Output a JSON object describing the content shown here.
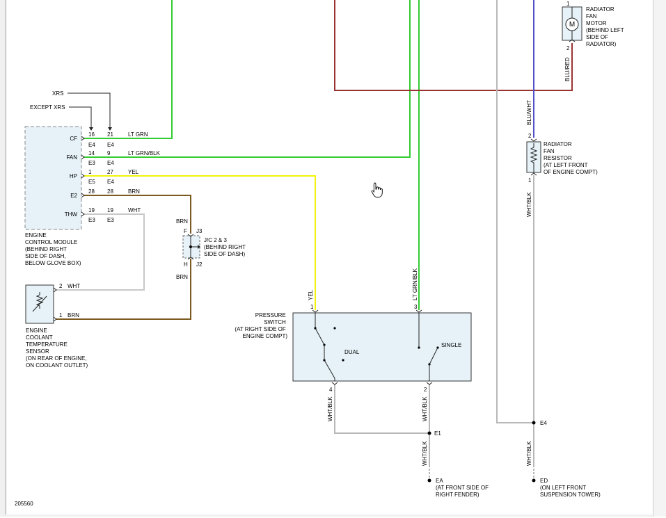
{
  "diagram_id": "205560",
  "colors": {
    "lt_grn": "#33cc33",
    "yel": "#f2f20a",
    "brn": "#7a5a1e",
    "wht": "#c8c8c8",
    "blu_red": "#993333",
    "blu_wht": "#5050c8",
    "wht_blk": "#b8b8b8",
    "module_fill": "#e6f2f8"
  },
  "ecm": {
    "label_lines": [
      "ENGINE",
      "CONTROL MODULE",
      "(BEHIND RIGHT",
      "SIDE OF DASH,",
      "BELOW GLOVE BOX)"
    ],
    "xrs_label": "XRS",
    "except_xrs_label": "EXCEPT XRS",
    "rows": [
      {
        "pin": "CF",
        "left_pin": "16",
        "right_pin": "21",
        "wire": "LT GRN",
        "left_conn": "E4",
        "right_conn": "E4"
      },
      {
        "pin": "FAN",
        "left_pin": "14",
        "right_pin": "9",
        "wire": "LT GRN/BLK",
        "left_conn": "E3",
        "right_conn": "E4"
      },
      {
        "pin": "HP",
        "left_pin": "1",
        "right_pin": "27",
        "wire": "YEL",
        "left_conn": "E5",
        "right_conn": "E4"
      },
      {
        "pin": "E2",
        "left_pin": "28",
        "right_pin": "28",
        "wire": "BRN",
        "left_conn": "",
        "right_conn": ""
      },
      {
        "pin": "THW",
        "left_pin": "19",
        "right_pin": "19",
        "wire": "WHT",
        "left_conn": "E3",
        "right_conn": "E3"
      }
    ]
  },
  "jc": {
    "label_lines": [
      "J/C 2 & 3",
      "(BEHIND RIGHT",
      "SIDE OF DASH)"
    ],
    "top_pin": "F",
    "top_conn": "J3",
    "bottom_pin": "H",
    "bottom_conn": "J2",
    "top_wire": "BRN",
    "bottom_wire": "BRN"
  },
  "sensor": {
    "label_lines": [
      "ENGINE",
      "COOLANT",
      "TEMPERATURE",
      "SENSOR",
      "(ON REAR OF ENGINE,",
      "ON COOLANT OUTLET)"
    ],
    "pin2": "2",
    "pin2_wire": "WHT",
    "pin1": "1",
    "pin1_wire": "BRN"
  },
  "pressure_switch": {
    "label_lines": [
      "PRESSURE",
      "SWITCH",
      "(AT RIGHT SIDE OF",
      "ENGINE COMPT)"
    ],
    "dual_label": "DUAL",
    "single_label": "SINGLE",
    "pin1": "1",
    "pin1_wire": "YEL",
    "pin3": "3",
    "pin3_wire": "LT GRN/BLK",
    "pin4": "4",
    "pin4_wire": "WHT/BLK",
    "pin2": "2",
    "pin2_wire": "WHT/BLK"
  },
  "fan_motor": {
    "label_lines": [
      "RADIATOR",
      "FAN",
      "MOTOR",
      "(BEHIND LEFT",
      "SIDE OF",
      "RADIATOR)"
    ],
    "symbol": "M",
    "pin1": "1",
    "pin2": "2",
    "out_wire": "BLU/RED"
  },
  "fan_resistor": {
    "label_lines": [
      "RADIATOR",
      "FAN",
      "RESISTOR",
      "(AT LEFT FRONT",
      "OF ENGINE COMPT)"
    ],
    "pin2": "2",
    "pin1": "1",
    "in_wire": "BLU/WHT",
    "out_wire": "WHT/BLK"
  },
  "grounds": {
    "e1_label": "E1",
    "e4_label": "E4",
    "ea_label_lines": [
      "EA",
      "(AT FRONT SIDE OF",
      "RIGHT FENDER)"
    ],
    "ed_label_lines": [
      "ED",
      "(ON LEFT FRONT",
      "SUSPENSION TOWER)"
    ],
    "ea_wire": "WHT/BLK",
    "ed_wire": "WHT/BLK"
  }
}
